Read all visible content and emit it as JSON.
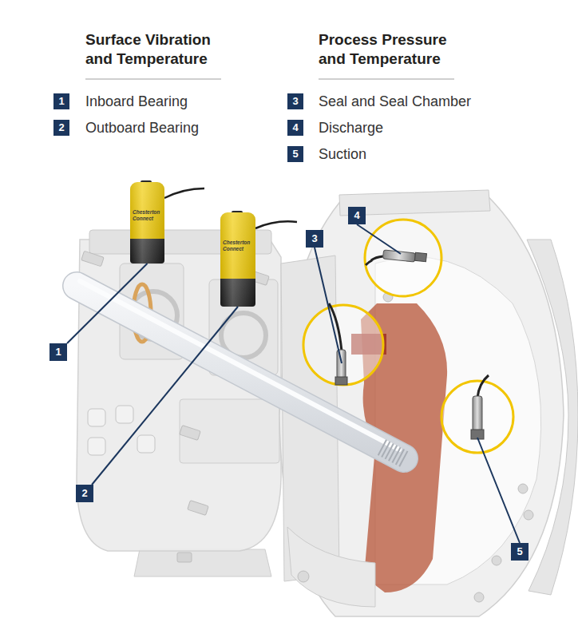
{
  "diagram": {
    "nodes": [
      {
        "text": [
          "1"
        ]
      },
      {
        "text": [
          "2"
        ]
      },
      {
        "text": [
          "3"
        ]
      },
      {
        "text": [
          "4"
        ]
      },
      {
        "text": [
          "5"
        ]
      },
      {
        "text": [
          "Chesterton Connect"
        ]
      },
      {
        "text": [
          "Chesterton Connect"
        ]
      },
      {
        "text": [
          "4"
        ]
      },
      {
        "text": [
          "3"
        ]
      },
      {
        "text": [
          "1"
        ]
      },
      {
        "text": [
          "2"
        ]
      },
      {
        "text": [
          "5"
        ]
      }
    ],
    "edges": [
      {
        "from": 9,
        "to": 5,
        "arrow": "none"
      },
      {
        "from": 10,
        "to": 6,
        "arrow": "none"
      }
    ],
    "labels": [
      "Surface Vibration and Temperature",
      "Process Pressure and Temperature",
      "Inboard Bearing",
      "Outboard Bearing",
      "Seal and Seal Chamber",
      "Discharge",
      "Suction"
    ]
  }
}
